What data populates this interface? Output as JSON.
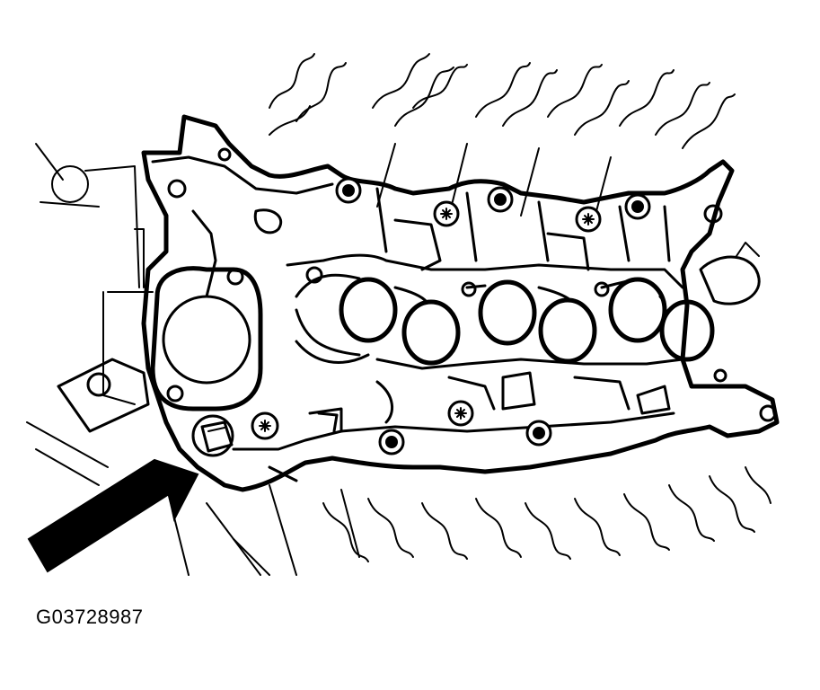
{
  "figure": {
    "code": "G03728987"
  },
  "parts": {
    "ports": [
      "port-1",
      "port-2",
      "port-3",
      "port-4",
      "port-5",
      "port-6"
    ],
    "pointer": "arrow-indicator"
  },
  "colors": {
    "ink": "#000000",
    "paper": "#ffffff"
  }
}
